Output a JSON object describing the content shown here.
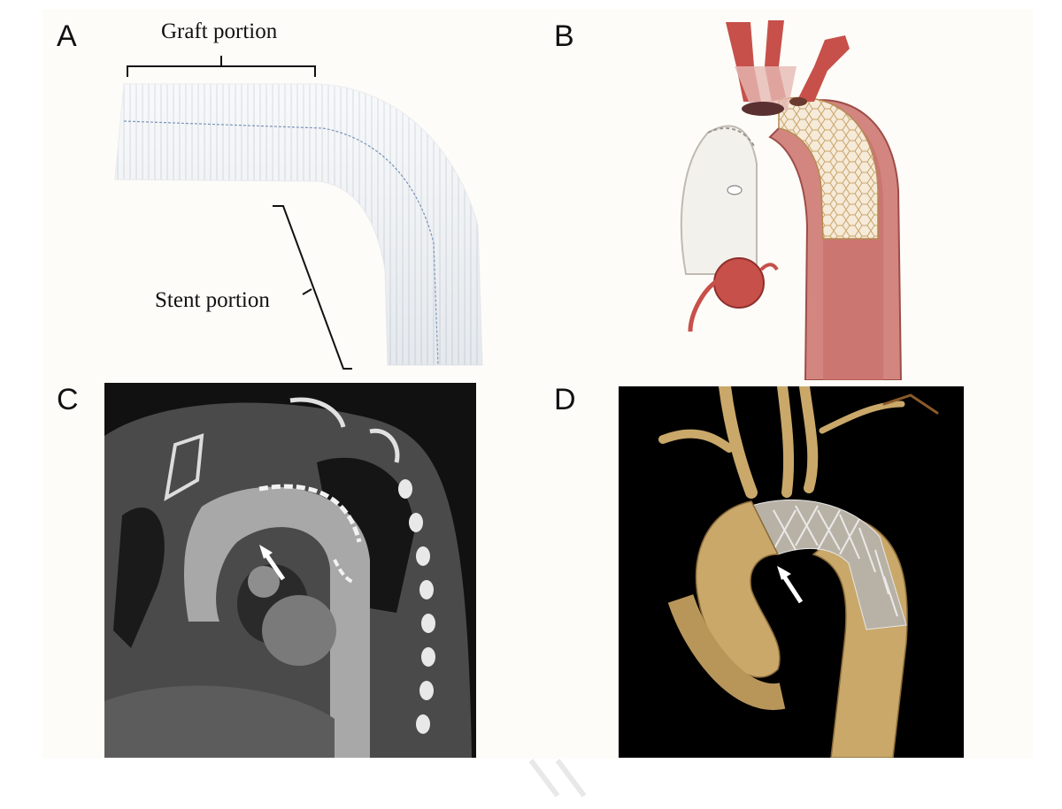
{
  "figure": {
    "panels": [
      {
        "letter": "A",
        "labels": {
          "graft": "Graft portion",
          "stent": "Stent portion"
        }
      },
      {
        "letter": "B"
      },
      {
        "letter": "C"
      },
      {
        "letter": "D"
      }
    ],
    "colors": {
      "background": "#fdfcf8",
      "graft_white": "#f2f4f6",
      "vessel_red": "#c7504a",
      "aorta_pink": "#e0b0ac",
      "ct_dark": "#111111",
      "render_gold": "#c9a86a"
    }
  }
}
